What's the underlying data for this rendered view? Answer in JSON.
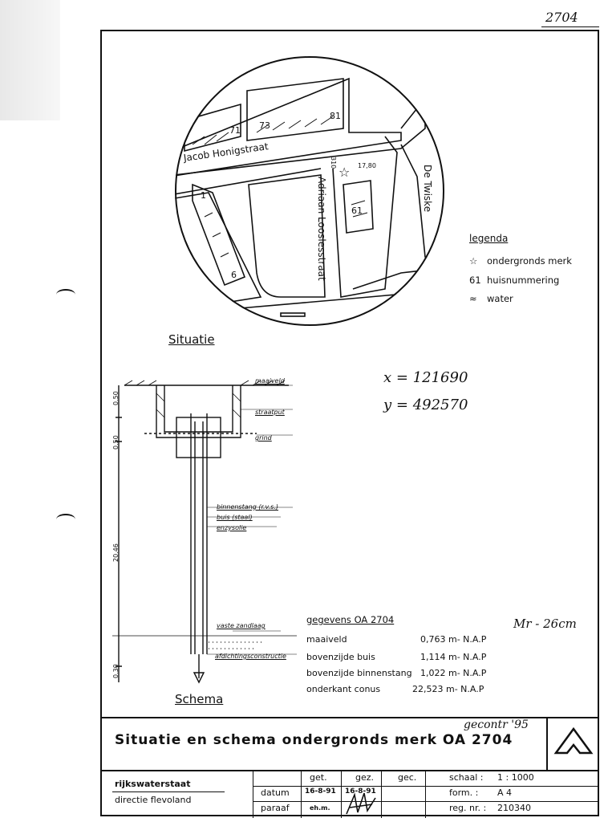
{
  "page_number": "2704",
  "map": {
    "streets": {
      "jacob": "Jacob Honigstraat",
      "adriaan": "Adriaan Looslesstraat",
      "twiske": "De Twiske"
    },
    "house_numbers": [
      "71",
      "73",
      "81",
      "1",
      "6",
      "61"
    ],
    "marker_value": "17,80",
    "marker_code": "310"
  },
  "legend": {
    "title": "legenda",
    "items": [
      {
        "symbol": "☆",
        "label": "ondergronds merk",
        "icon": "star-icon"
      },
      {
        "symbol": "61",
        "label": "huisnummering",
        "icon": "house-number"
      },
      {
        "symbol": "≈",
        "label": "water",
        "icon": "water-icon"
      }
    ]
  },
  "situatie_label": "Situatie",
  "schema_label": "Schema",
  "coordinates": {
    "x": "x = 121690",
    "y": "y = 492570"
  },
  "mr_note": "Mr - 26cm",
  "schema": {
    "labels": {
      "maaiveld": "maaiveld",
      "straatput": "straatput",
      "grind": "grind",
      "binnenstang": "binnenstang (r.v.s.)",
      "buis": "buis (staal)",
      "enzysolie": "enzysolie",
      "zandlaag": "vaste zandlaag",
      "afdichting": "afdichtingsconstructie"
    },
    "dims": [
      "0.50",
      "0.50",
      "20.46",
      "0.30"
    ]
  },
  "gegevens": {
    "title": "gegevens OA 2704",
    "rows": [
      {
        "label": "maaiveld",
        "value": "0,763 m- N.A.P"
      },
      {
        "label": "bovenzijde buis",
        "value": "1,114 m- N.A.P"
      },
      {
        "label": "bovenzijde binnenstang",
        "value": "1,022 m- N.A.P"
      },
      {
        "label": "onderkant conus",
        "value": "22,523 m- N.A.P"
      }
    ]
  },
  "title_block": {
    "title": "Situatie en schema ondergronds merk OA 2704",
    "note": "gecontr '95",
    "org": "rijkswaterstaat",
    "dept": "directie flevoland",
    "datum_label": "datum",
    "paraaf_label": "paraaf",
    "get_label": "get.",
    "gez_label": "gez.",
    "gec_label": "gec.",
    "get_date": "16-8-91",
    "gez_date": "16-8-91",
    "get_paraaf": "eh.m.",
    "schaal_label": "schaal :",
    "schaal_value": "1 : 1000",
    "form_label": "form. :",
    "form_value": "A 4",
    "reg_label": "reg. nr. :",
    "reg_value": "210340"
  }
}
